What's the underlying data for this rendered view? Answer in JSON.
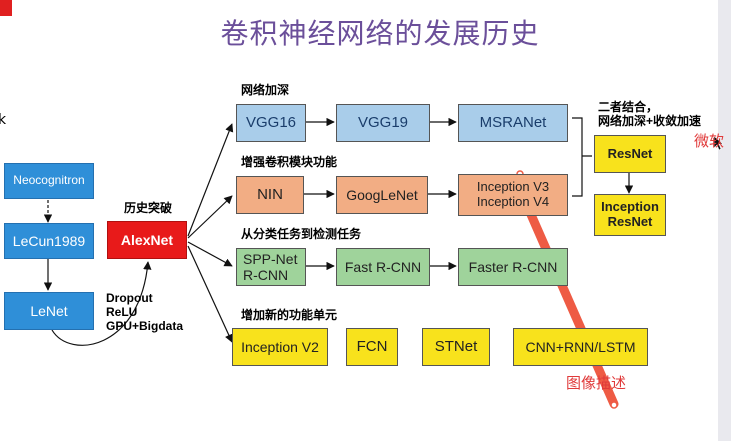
{
  "title": "卷积神经网络的发展历史",
  "stray_mark": "k",
  "left_chain": {
    "neocognitron": "Neocognitron",
    "lecun1989": "LeCun1989",
    "lenet": "LeNet"
  },
  "breakthrough_label": "历史突破",
  "alexnet": "AlexNet",
  "alexnet_factors": "Dropout\nReLU\nGPU+Bigdata",
  "branches": {
    "deepen": {
      "label": "网络加深",
      "nodes": [
        "VGG16",
        "VGG19",
        "MSRANet"
      ]
    },
    "conv_module": {
      "label": "增强卷积模块功能",
      "nodes": [
        "NIN",
        "GoogLeNet",
        "Inception V3\nInception V4"
      ]
    },
    "detection": {
      "label": "从分类任务到检测任务",
      "nodes": [
        "SPP-Net\nR-CNN",
        "Fast R-CNN",
        "Faster R-CNN"
      ]
    },
    "new_units": {
      "label": "增加新的功能单元",
      "nodes": [
        "Inception V2",
        "FCN",
        "STNet",
        "CNN+RNN/LSTM"
      ]
    }
  },
  "combine_label": "二者结合，\n网络加深+收敛加速",
  "resnet": "ResNet",
  "inception_resnet": "Inception\nResNet",
  "annotations": {
    "microsoft": "微软",
    "image_caption": "图像描述"
  },
  "colors": {
    "title": "#6b4f9a",
    "blue_box": "#a9cdea",
    "dark_blue_box": "#2f8fd8",
    "orange_box": "#f2ad84",
    "green_box": "#9fd39b",
    "yellow_box": "#f8e21c",
    "alexnet_red": "#e81a1a",
    "pointer_red": "#e84a3a"
  }
}
